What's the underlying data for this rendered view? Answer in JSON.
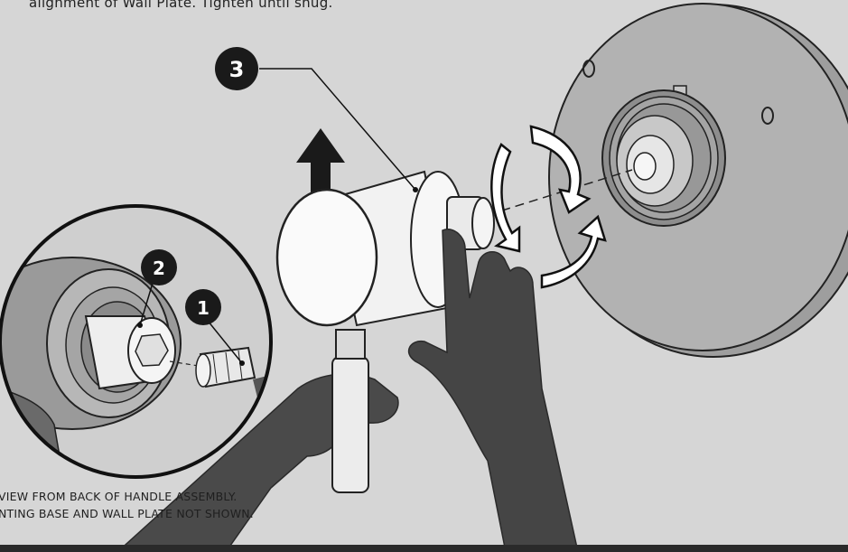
{
  "instruction_fragment": "alignment of Wall Plate. Tighten until snug.",
  "callouts": [
    {
      "number": "1"
    },
    {
      "number": "2"
    },
    {
      "number": "3"
    }
  ],
  "note_lines": [
    "VIEW FROM BACK OF HANDLE ASSEMBLY.",
    "NTING BASE AND WALL PLATE NOT SHOWN."
  ],
  "colors": {
    "background": "#d6d6d6",
    "wall_plate": "#a9a9a9",
    "hand": "#4a4a4a",
    "badge": "#1a1a1a",
    "handle_body": "#f4f4f4"
  }
}
